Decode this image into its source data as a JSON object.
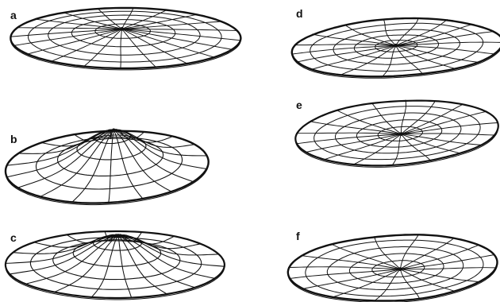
{
  "figure": {
    "ink_color": "#111111",
    "panels": [
      {
        "id": "a",
        "label": "a"
      },
      {
        "id": "b",
        "label": "b"
      },
      {
        "id": "c",
        "label": "c"
      },
      {
        "id": "d",
        "label": "d"
      },
      {
        "id": "e",
        "label": "e"
      },
      {
        "id": "f",
        "label": "f"
      }
    ]
  }
}
